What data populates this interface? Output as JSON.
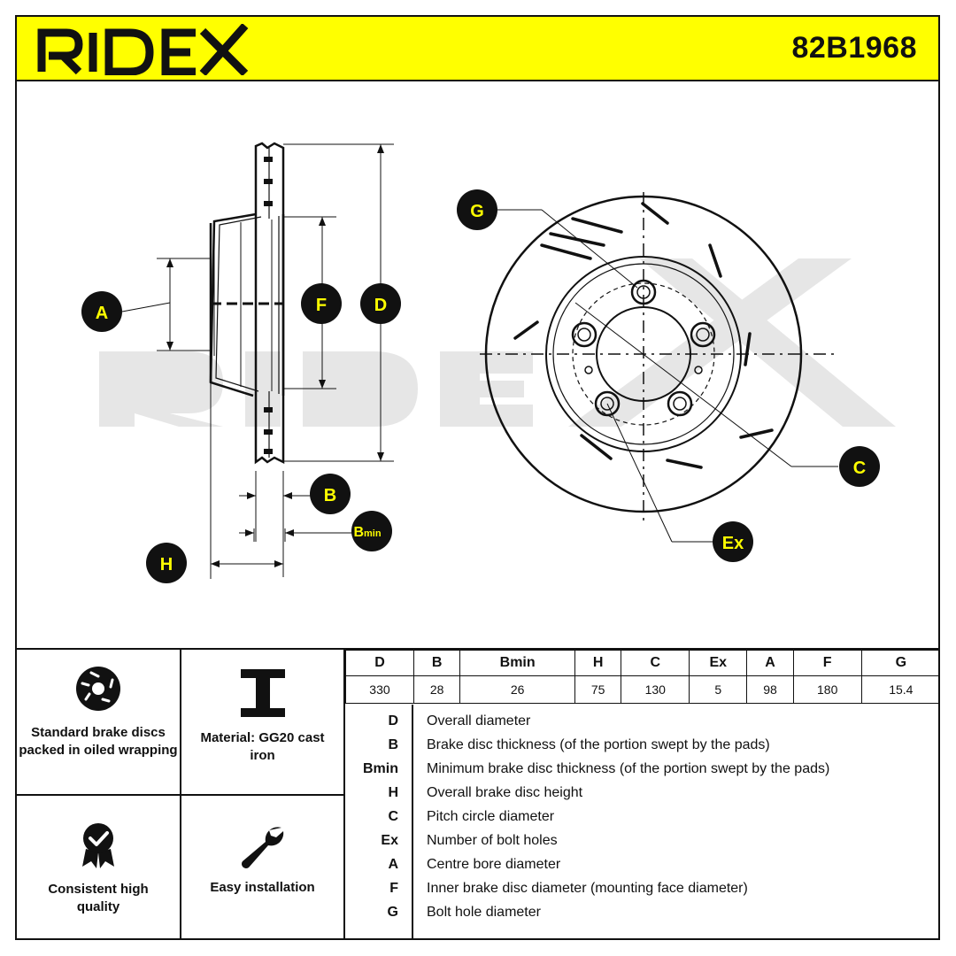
{
  "header": {
    "brand": "RIDEX",
    "part_number": "82B1968"
  },
  "colors": {
    "accent": "#ffff00",
    "ink": "#111111",
    "watermark": "#e6e6e6"
  },
  "diagram": {
    "labels": {
      "A": "A",
      "F": "F",
      "D": "D",
      "B": "B",
      "Bmin_main": "B",
      "Bmin_sub": "min",
      "H": "H",
      "G": "G",
      "C": "C",
      "Ex": "Ex"
    }
  },
  "features": [
    {
      "icon": "brake-disc-icon",
      "label": "Standard brake discs packed in oiled wrapping"
    },
    {
      "icon": "i-beam-icon",
      "label": "Material: GG20 cast iron"
    },
    {
      "icon": "quality-badge-icon",
      "label": "Consistent high quality"
    },
    {
      "icon": "wrench-icon",
      "label": "Easy installation"
    }
  ],
  "spec_table": {
    "headers": [
      "D",
      "B",
      "Bmin",
      "H",
      "C",
      "Ex",
      "A",
      "F",
      "G"
    ],
    "values": [
      "330",
      "28",
      "26",
      "75",
      "130",
      "5",
      "98",
      "180",
      "15.4"
    ]
  },
  "legend": [
    {
      "key": "D",
      "desc": "Overall diameter"
    },
    {
      "key": "B",
      "desc": "Brake disc thickness (of the portion swept by the pads)"
    },
    {
      "key": "Bmin",
      "desc": "Minimum brake disc thickness (of the portion swept by the pads)"
    },
    {
      "key": "H",
      "desc": "Overall brake disc height"
    },
    {
      "key": "C",
      "desc": "Pitch circle diameter"
    },
    {
      "key": "Ex",
      "desc": "Number of bolt holes"
    },
    {
      "key": "A",
      "desc": "Centre bore diameter"
    },
    {
      "key": "F",
      "desc": "Inner brake disc diameter (mounting face diameter)"
    },
    {
      "key": "G",
      "desc": "Bolt hole diameter"
    }
  ]
}
